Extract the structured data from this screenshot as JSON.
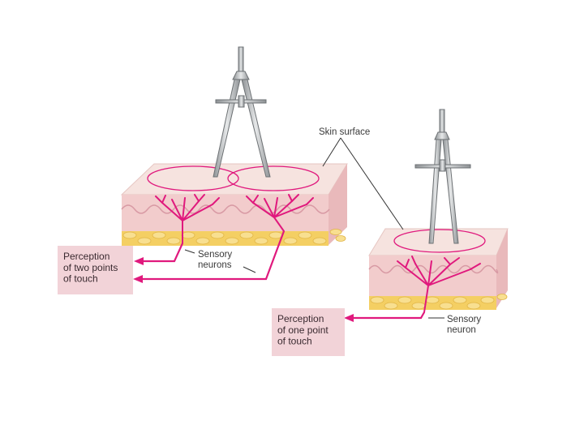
{
  "labels": {
    "skin_surface": "Skin surface",
    "sensory_neurons": "Sensory\nneurons",
    "sensory_neuron": "Sensory\nneuron",
    "perception_two": "Perception\nof two points\nof touch",
    "perception_one": "Perception\nof one point\nof touch"
  },
  "colors": {
    "nerve": "#e0197d",
    "skin_top": "#f3dcd8",
    "skin_mid": "#f0c8c8",
    "fat": "#f4cf63",
    "label_box": "#f2d3d8",
    "caliper": "#bfc2c4"
  }
}
